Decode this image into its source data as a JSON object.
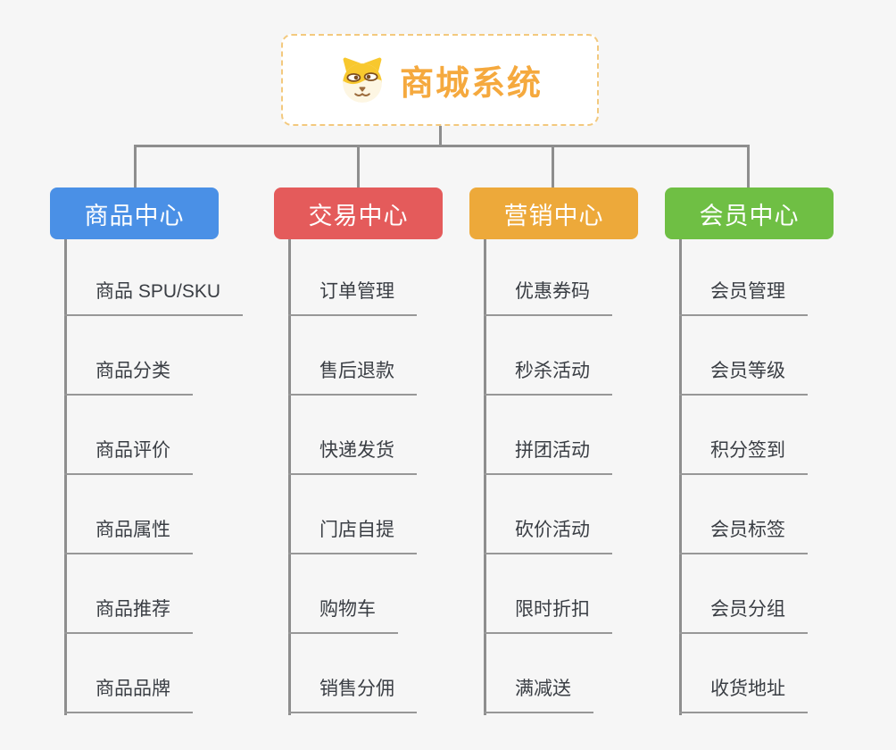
{
  "root": {
    "title": "商城系统",
    "title_color": "#f5a93e",
    "border_color": "#f3c97e",
    "icon": "dog-face-icon"
  },
  "connector_color": "#8e8e8e",
  "branches": [
    {
      "label": "商品中心",
      "color": "#4a90e6",
      "items": [
        "商品 SPU/SKU",
        "商品分类",
        "商品评价",
        "商品属性",
        "商品推荐",
        "商品品牌"
      ]
    },
    {
      "label": "交易中心",
      "color": "#e45b5b",
      "items": [
        "订单管理",
        "售后退款",
        "快递发货",
        "门店自提",
        "购物车",
        "销售分佣"
      ]
    },
    {
      "label": "营销中心",
      "color": "#eda93a",
      "items": [
        "优惠券码",
        "秒杀活动",
        "拼团活动",
        "砍价活动",
        "限时折扣",
        "满减送"
      ]
    },
    {
      "label": "会员中心",
      "color": "#6fbf44",
      "items": [
        "会员管理",
        "会员等级",
        "积分签到",
        "会员标签",
        "会员分组",
        "收货地址"
      ]
    }
  ]
}
